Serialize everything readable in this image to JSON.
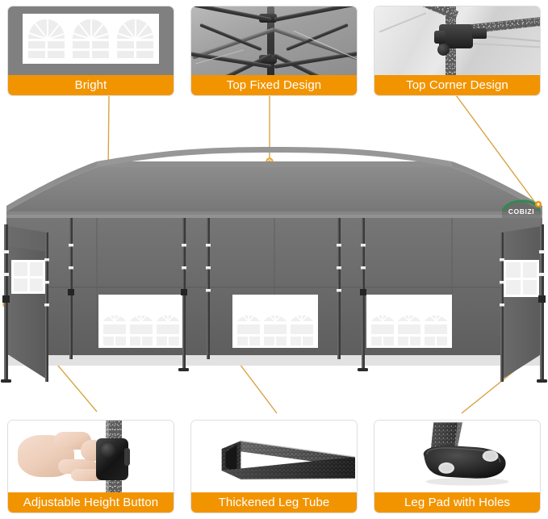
{
  "product": {
    "brand_logo_text": "COBIZI",
    "accent_color": "#f29400",
    "canopy_color": "#7b7b7b",
    "wall_color": "#6e6e6e",
    "connector_line_color": "#d6a544",
    "card_border_color": "#dedede",
    "label_text_color": "#ffffff",
    "alt_text": "Gray pop-up canopy tent with sidewalls and arched windows"
  },
  "callouts": [
    {
      "id": "bright",
      "label": "Bright",
      "position": "top-left",
      "icon": "window-icon",
      "photo": "sidewall-windows-photo",
      "target_label": "canopy-sidewall-window"
    },
    {
      "id": "top-fixed-design",
      "label": "Top Fixed Design",
      "position": "top-center",
      "icon": "frame-truss-icon",
      "photo": "roof-frame-truss-photo",
      "target_label": "canopy-roof-peak"
    },
    {
      "id": "top-corner-design",
      "label": "Top Corner Design",
      "position": "top-right",
      "icon": "corner-bracket-icon",
      "photo": "corner-bracket-photo",
      "target_label": "canopy-top-corner"
    },
    {
      "id": "adjustable-height-button",
      "label": "Adjustable Height Button",
      "position": "bottom-left",
      "icon": "hand-push-button-icon",
      "photo": "hand-pressing-leg-button-photo",
      "target_label": "canopy-leg-height-button"
    },
    {
      "id": "thickened-leg-tube",
      "label": "Thickened Leg Tube",
      "position": "bottom-center",
      "icon": "square-tube-icon",
      "photo": "square-leg-tube-photo",
      "target_label": "canopy-inner-leg-tube"
    },
    {
      "id": "leg-pad-with-holes",
      "label": "Leg Pad with Holes",
      "position": "bottom-right",
      "icon": "foot-plate-icon",
      "photo": "leg-foot-plate-photo",
      "target_label": "canopy-leg-foot-pad"
    }
  ],
  "hero": {
    "name": "pop-up-canopy-tent",
    "window_panel_count": 3,
    "windows_per_panel": 3,
    "leg_count": 6
  }
}
